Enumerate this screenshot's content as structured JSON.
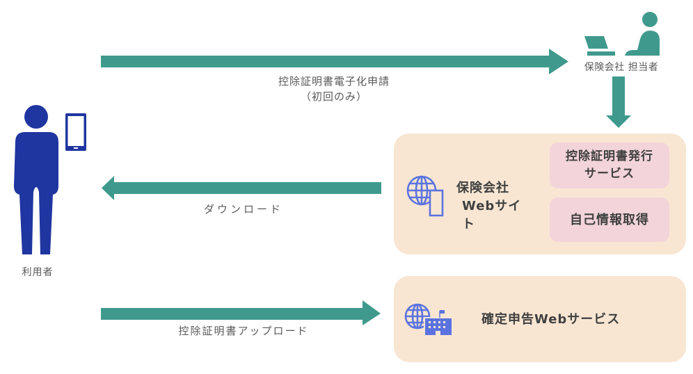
{
  "colors": {
    "arrow": "#3f9a8d",
    "person": "#1f35a0",
    "icon": "#5b73e0",
    "box_bg": "#f8e6d3",
    "sub_bg": "#f2d4da",
    "text": "#595959"
  },
  "actors": {
    "user": {
      "label": "利用者",
      "icon": "person-with-smartphone-icon"
    },
    "staff": {
      "label": "保険会社 担当者",
      "icon": "person-at-laptop-icon"
    }
  },
  "arrows": {
    "request": {
      "line1": "控除証明書電子化申請",
      "line2": "（初回のみ）"
    },
    "download": {
      "label": "ダウンロード"
    },
    "upload": {
      "label": "控除証明書アップロード"
    }
  },
  "insurer_site": {
    "title_line1": "保険会社",
    "title_line2": "Webサイト",
    "icon": "globe-smartphone-icon",
    "services": [
      {
        "line1": "控除証明書発行",
        "line2": "サービス"
      },
      {
        "line1": "自己情報取得"
      }
    ]
  },
  "tax_site": {
    "title": "確定申告Webサービス",
    "icon": "globe-building-icon"
  }
}
